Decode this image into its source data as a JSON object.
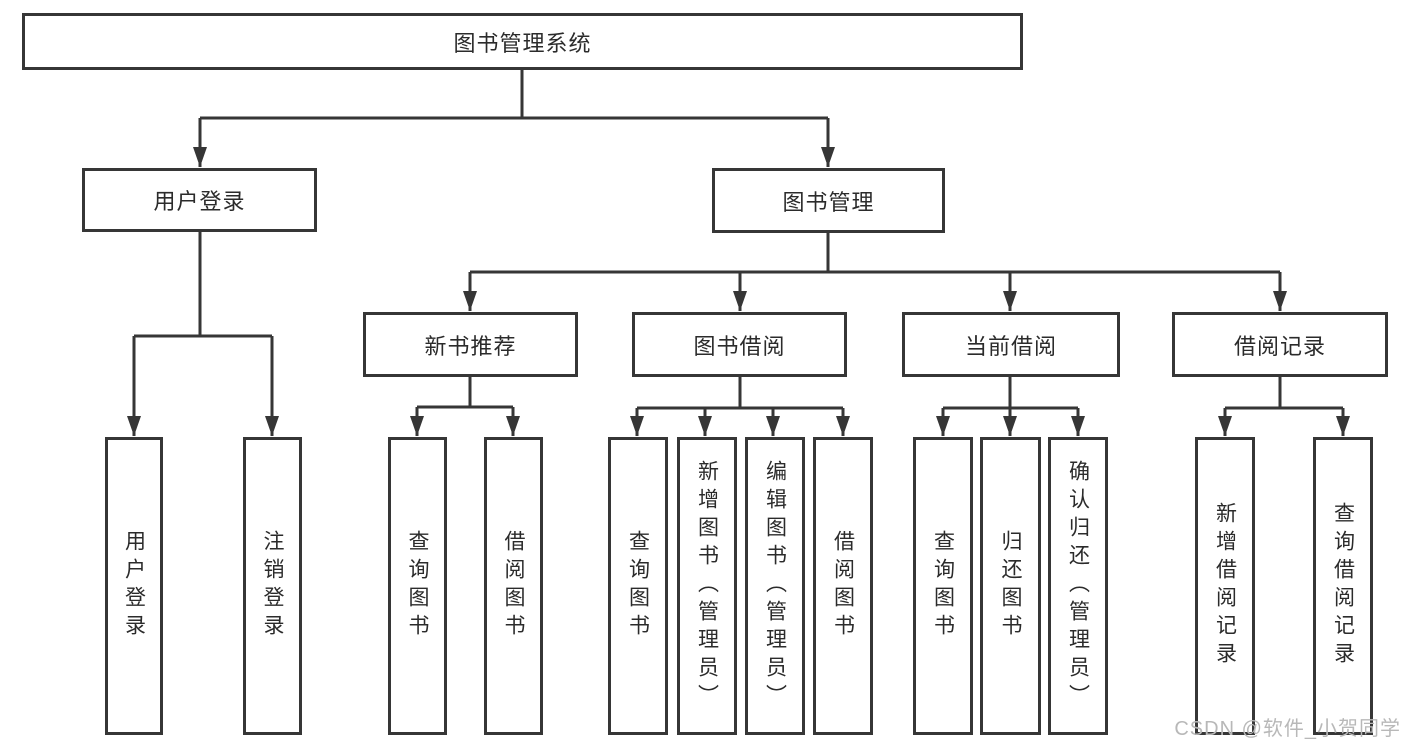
{
  "diagram_title": "图书管理系统",
  "tree": {
    "label": "图书管理系统",
    "children": [
      {
        "label": "用户登录",
        "children": [
          {
            "label": "用户登录"
          },
          {
            "label": "注销登录"
          }
        ]
      },
      {
        "label": "图书管理",
        "children": [
          {
            "label": "新书推荐",
            "children": [
              {
                "label": "查询图书"
              },
              {
                "label": "借阅图书"
              }
            ]
          },
          {
            "label": "图书借阅",
            "children": [
              {
                "label": "查询图书"
              },
              {
                "label": "新增图书（管理员）"
              },
              {
                "label": "编辑图书（管理员）"
              },
              {
                "label": "借阅图书"
              }
            ]
          },
          {
            "label": "当前借阅",
            "children": [
              {
                "label": "查询图书"
              },
              {
                "label": "归还图书"
              },
              {
                "label": "确认归还（管理员）"
              }
            ]
          },
          {
            "label": "借阅记录",
            "children": [
              {
                "label": "新增借阅记录"
              },
              {
                "label": "查询借阅记录"
              }
            ]
          }
        ]
      }
    ]
  },
  "watermark": "CSDN @软件_小贺同学",
  "colors": {
    "line": "#363636",
    "box_border": "#363636",
    "text": "#2b2b2b",
    "watermark": "#b8b8b8",
    "background": "#ffffff"
  }
}
